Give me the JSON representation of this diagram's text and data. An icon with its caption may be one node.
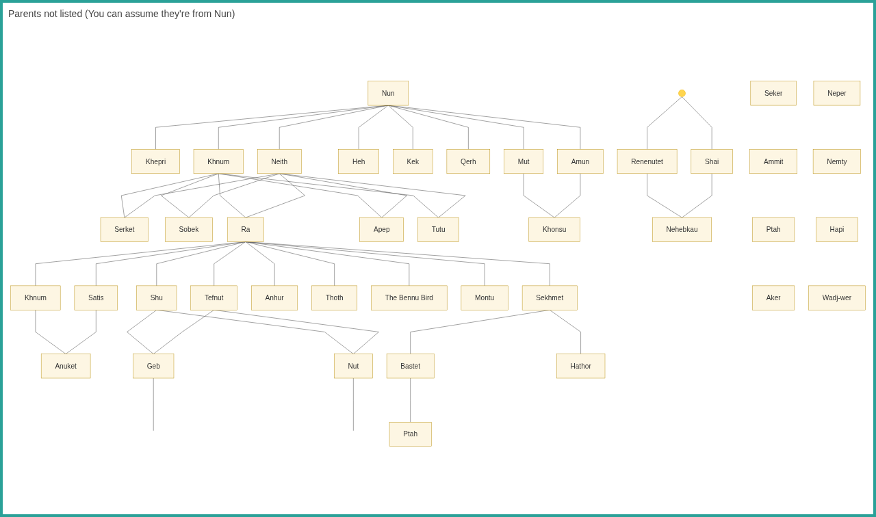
{
  "diagram": {
    "nodes": [
      {
        "text": [
          "Seker"
        ]
      },
      {
        "text": [
          "Ammit"
        ]
      },
      {
        "text": [
          "Ptah"
        ]
      },
      {
        "text": [
          "Aker"
        ]
      },
      {
        "text": [
          "Neper"
        ]
      },
      {
        "text": [
          "Nemty"
        ]
      },
      {
        "text": [
          "Hapi"
        ]
      },
      {
        "text": [
          "Wadj-wer"
        ]
      },
      {
        "text": [
          "Nun"
        ]
      },
      {
        "text": [],
        "shape": "circle"
      },
      {
        "text": [
          "Khepri"
        ]
      },
      {
        "text": [
          "Khnum"
        ]
      },
      {
        "text": [
          "Neith"
        ]
      },
      {
        "text": [
          "Heh"
        ]
      },
      {
        "text": [
          "Kek"
        ]
      },
      {
        "text": [
          "Qerh"
        ]
      },
      {
        "text": [
          "Mut"
        ]
      },
      {
        "text": [
          "Amun"
        ]
      },
      {
        "text": [
          "Renenutet"
        ]
      },
      {
        "text": [
          "Shai"
        ]
      },
      {
        "text": [
          "Serket"
        ]
      },
      {
        "text": [
          "Sobek"
        ]
      },
      {
        "text": [
          "Ra"
        ]
      },
      {
        "text": [
          "Apep"
        ]
      },
      {
        "text": [
          "Tutu"
        ]
      },
      {
        "text": [
          "Khonsu"
        ]
      },
      {
        "text": [
          "Nehebkau"
        ]
      },
      {
        "text": [
          "Khnum"
        ]
      },
      {
        "text": [
          "Satis"
        ]
      },
      {
        "text": [
          "Shu"
        ]
      },
      {
        "text": [
          "Tefnut"
        ]
      },
      {
        "text": [
          "Anhur"
        ]
      },
      {
        "text": [
          "Thoth"
        ]
      },
      {
        "text": [
          "The Bennu Bird"
        ]
      },
      {
        "text": [
          "Montu"
        ]
      },
      {
        "text": [
          "Sekhmet"
        ]
      },
      {
        "text": [
          "Anuket"
        ]
      },
      {
        "text": [
          "Geb"
        ]
      },
      {
        "text": [
          "Nut"
        ]
      },
      {
        "text": [
          "Bastet"
        ]
      },
      {
        "text": [
          "Ptah"
        ]
      },
      {
        "text": [
          "Hathor"
        ]
      }
    ],
    "edges": [
      {
        "from": 8,
        "to": 10,
        "arrow": "none"
      },
      {
        "from": 8,
        "to": 11,
        "arrow": "none"
      },
      {
        "from": 8,
        "to": 12,
        "arrow": "none"
      },
      {
        "from": 8,
        "to": 13,
        "arrow": "none"
      },
      {
        "from": 8,
        "to": 14,
        "arrow": "none"
      },
      {
        "from": 8,
        "to": 15,
        "arrow": "none"
      },
      {
        "from": 8,
        "to": 16,
        "arrow": "none"
      },
      {
        "from": 8,
        "to": 17,
        "arrow": "none"
      },
      {
        "from": 9,
        "to": 18,
        "arrow": "none"
      },
      {
        "from": 9,
        "to": 19,
        "arrow": "none"
      },
      {
        "from": 11,
        "to": 20,
        "arrow": "none"
      },
      {
        "from": 11,
        "to": 21,
        "arrow": "none"
      },
      {
        "from": 11,
        "to": 22,
        "arrow": "none"
      },
      {
        "from": 11,
        "to": 23,
        "arrow": "none"
      },
      {
        "from": 11,
        "to": 24,
        "arrow": "none"
      },
      {
        "from": 12,
        "to": 20,
        "arrow": "none"
      },
      {
        "from": 12,
        "to": 21,
        "arrow": "none"
      },
      {
        "from": 12,
        "to": 22,
        "arrow": "none"
      },
      {
        "from": 12,
        "to": 23,
        "arrow": "none"
      },
      {
        "from": 12,
        "to": 24,
        "arrow": "none"
      },
      {
        "from": 16,
        "to": 25,
        "arrow": "none"
      },
      {
        "from": 17,
        "to": 25,
        "arrow": "none"
      },
      {
        "from": 18,
        "to": 26,
        "arrow": "none"
      },
      {
        "from": 19,
        "to": 26,
        "arrow": "none"
      },
      {
        "from": 22,
        "to": 27,
        "arrow": "none"
      },
      {
        "from": 22,
        "to": 28,
        "arrow": "none"
      },
      {
        "from": 22,
        "to": 29,
        "arrow": "none"
      },
      {
        "from": 22,
        "to": 30,
        "arrow": "none"
      },
      {
        "from": 22,
        "to": 31,
        "arrow": "none"
      },
      {
        "from": 22,
        "to": 32,
        "arrow": "none"
      },
      {
        "from": 22,
        "to": 33,
        "arrow": "none"
      },
      {
        "from": 22,
        "to": 34,
        "arrow": "none"
      },
      {
        "from": 22,
        "to": 35,
        "arrow": "none"
      },
      {
        "from": 27,
        "to": 36,
        "arrow": "none"
      },
      {
        "from": 28,
        "to": 36,
        "arrow": "none"
      },
      {
        "from": 29,
        "to": 37,
        "arrow": "none"
      },
      {
        "from": 29,
        "to": 38,
        "arrow": "none"
      },
      {
        "from": 30,
        "to": 37,
        "arrow": "none"
      },
      {
        "from": 30,
        "to": 38,
        "arrow": "none"
      },
      {
        "from": 37,
        "to": null,
        "arrow": "none"
      },
      {
        "from": 38,
        "to": null,
        "arrow": "none"
      },
      {
        "from": 35,
        "to": 39,
        "arrow": "none"
      },
      {
        "from": 35,
        "to": 41,
        "arrow": "none"
      },
      {
        "from": 39,
        "to": 40,
        "arrow": "none"
      }
    ],
    "labels": [
      "Parents not listed (You can assume they're from Nun)"
    ]
  }
}
